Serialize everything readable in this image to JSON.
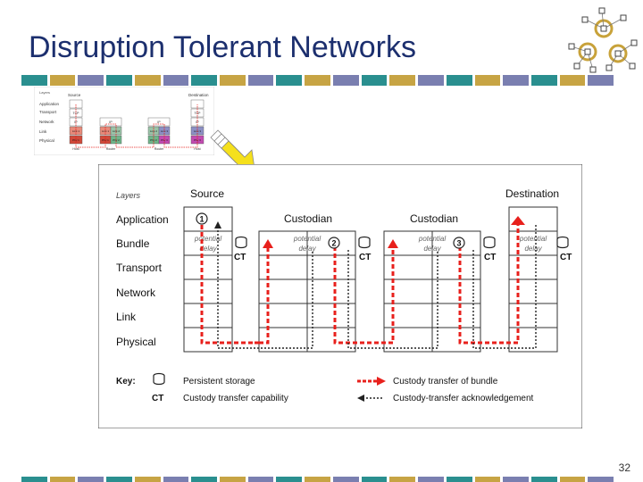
{
  "slide": {
    "title": "Disruption Tolerant Networks",
    "page_number": "32"
  },
  "stripe_colors": [
    "#2a8f8f",
    "#c7a444",
    "#7a7fb0",
    "#2a8f8f",
    "#c7a444",
    "#7a7fb0",
    "#2a8f8f",
    "#c7a444",
    "#7a7fb0",
    "#2a8f8f",
    "#c7a444",
    "#7a7fb0",
    "#2a8f8f",
    "#c7a444",
    "#7a7fb0",
    "#2a8f8f",
    "#c7a444",
    "#7a7fb0",
    "#2a8f8f",
    "#c7a444",
    "#7a7fb0"
  ],
  "thumbnail": {
    "layers": [
      "Application",
      "Transport",
      "Network",
      "Link",
      "Physical"
    ],
    "header_layers": "Layers",
    "source": "Source",
    "destination": "Destination",
    "tcp": "TCP",
    "ip": "IP",
    "links": [
      "Link 1",
      "Link 1",
      "Link 2",
      "Link 2",
      "Link 3",
      "Link 3"
    ],
    "phys": [
      "Phy 1",
      "Phy 1",
      "Phy 2",
      "Phy 2",
      "Phy 3",
      "Phy 3"
    ],
    "nodes": [
      "Host",
      "Router",
      "Router",
      "Host"
    ]
  },
  "diagram": {
    "layers_header": "Layers",
    "layers": [
      "Application",
      "Bundle",
      "Transport",
      "Network",
      "Link",
      "Physical"
    ],
    "source": "Source",
    "destination": "Destination",
    "custodian": "Custodian",
    "potential": "potential",
    "delay": "delay",
    "ct": "CT",
    "steps": [
      "1",
      "2",
      "3"
    ],
    "key": {
      "label": "Key:",
      "persistent_storage": "Persistent storage",
      "ct": "CT",
      "custody_capability": "Custody transfer capability",
      "custody_bundle": "Custody transfer of bundle",
      "custody_ack": "Custody-transfer acknowledgement"
    },
    "colors": {
      "red": "#e8201c",
      "black": "#222222"
    }
  },
  "icons": [
    "network-logo-icon",
    "yellow-arrow-icon",
    "storage-icon"
  ]
}
